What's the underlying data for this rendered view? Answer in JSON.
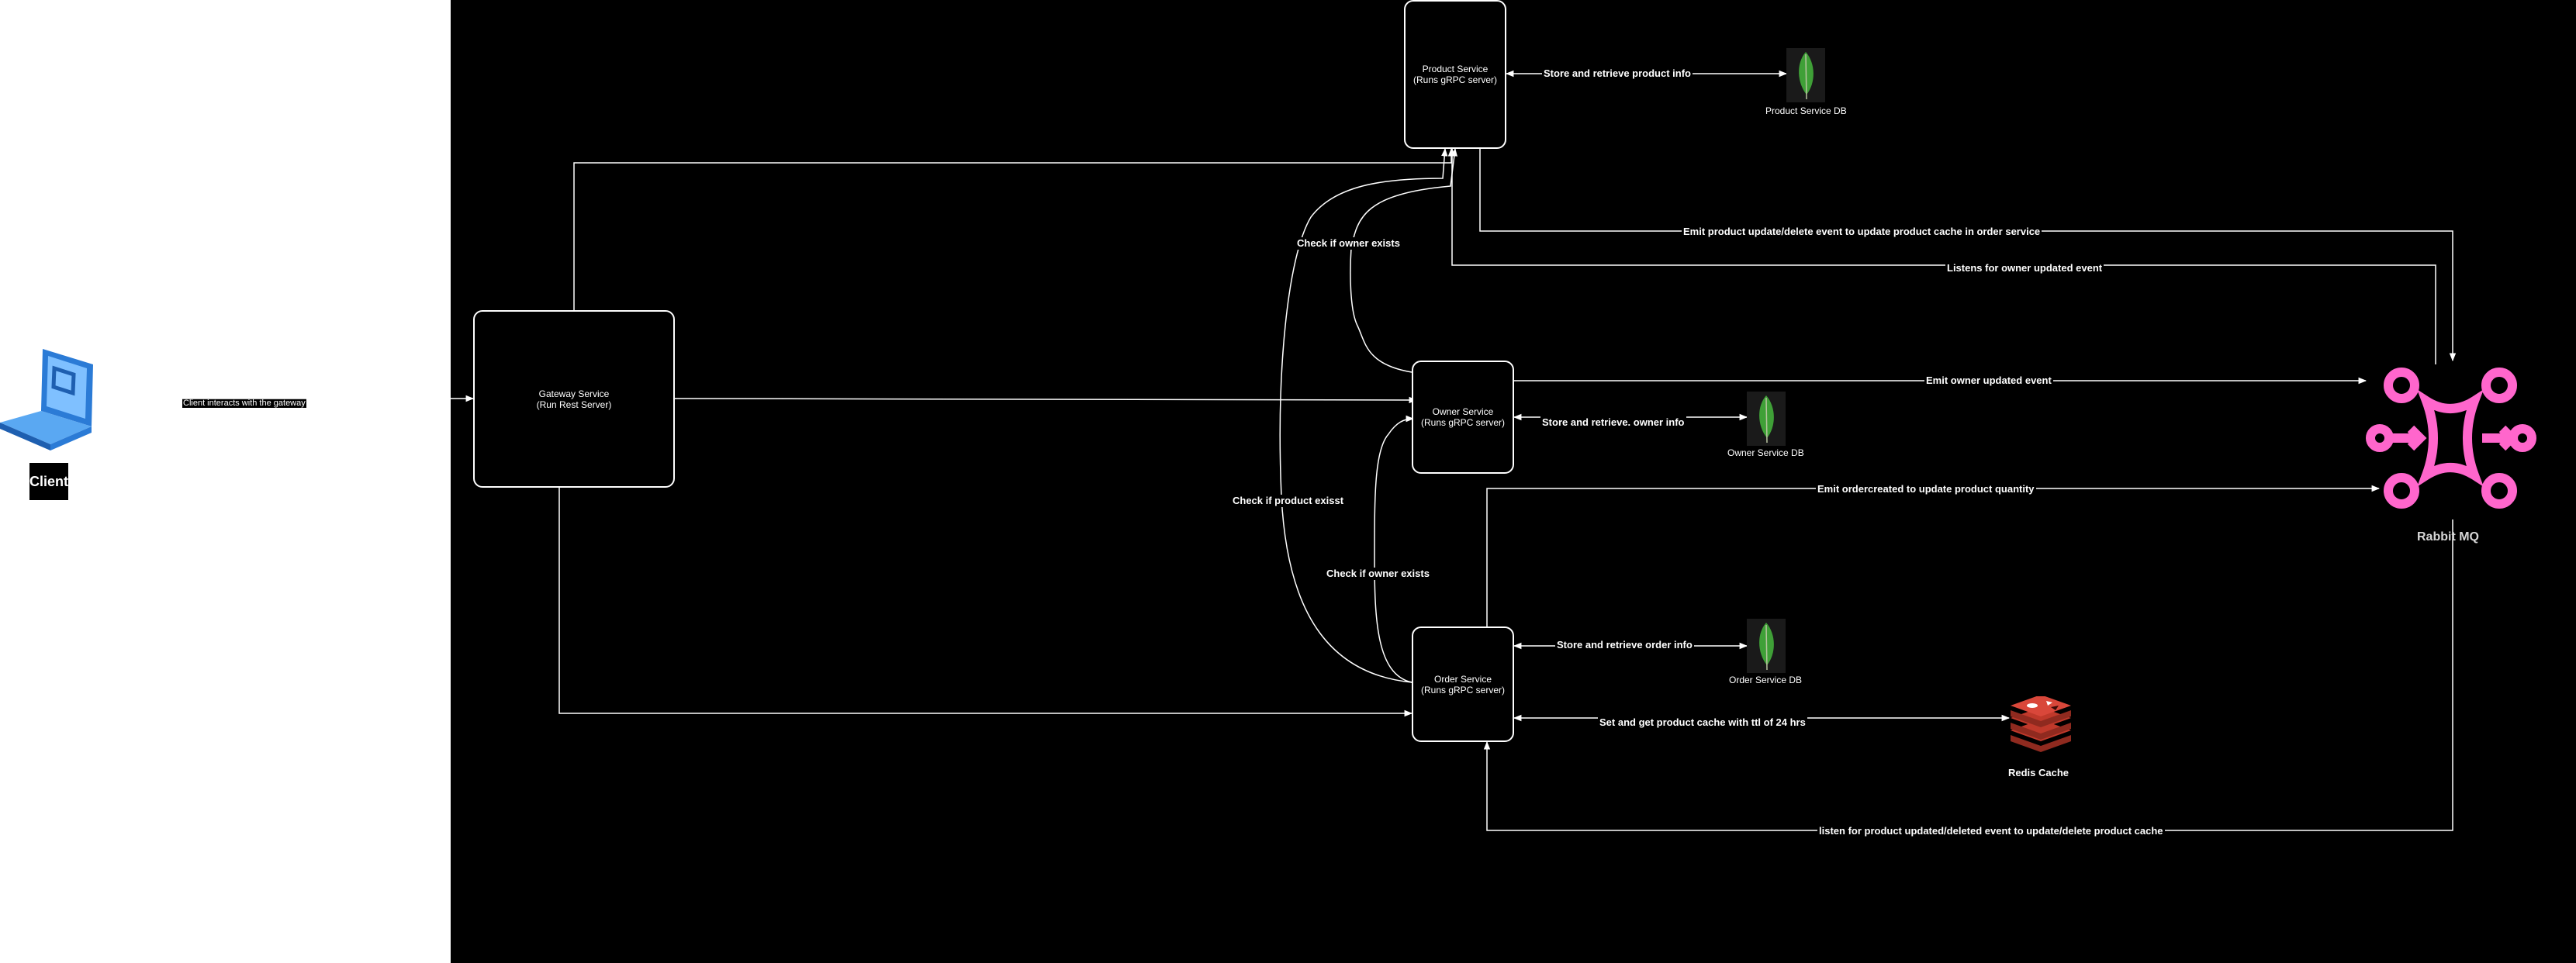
{
  "client": {
    "label": "Client",
    "interaction_label": "Client interacts with the gateway"
  },
  "services": {
    "gateway": {
      "line1": "Gateway Service",
      "line2": "(Run Rest Server)"
    },
    "product": {
      "line1": "Product Service",
      "line2": "(Runs gRPC server)"
    },
    "owner": {
      "line1": "Owner Service",
      "line2": "(Runs gRPC server)"
    },
    "order": {
      "line1": "Order Service",
      "line2": "(Runs gRPC server)"
    }
  },
  "databases": {
    "product_db": "Product Service DB",
    "owner_db": "Owner Service DB",
    "order_db": "Order Service DB"
  },
  "rabbitmq": {
    "label": "Rabbit MQ",
    "color": "#ff66cc"
  },
  "redis": {
    "label": "Redis Cache",
    "color": "#c0392b"
  },
  "edges": {
    "product_db": "Store and retrieve product info",
    "owner_db": "Store and retrieve. owner info",
    "order_db": "Store and retrieve order info",
    "redis": "Set and get product cache with ttl of 24 hrs",
    "emit_product_update": "Emit product update/delete event to update product cache in order service",
    "listen_owner_updated": "Listens for owner updated event",
    "emit_owner_updated": "Emit owner updated event",
    "emit_order_created": "Emit ordercreated to update product quantity",
    "listen_product_updated": "listen for product updated/deleted event to update/delete product cache",
    "check_owner_from_product": "Check if owner exists",
    "check_product_from_order": "Check if product exisst",
    "check_owner_from_order": "Check if owner exists"
  }
}
